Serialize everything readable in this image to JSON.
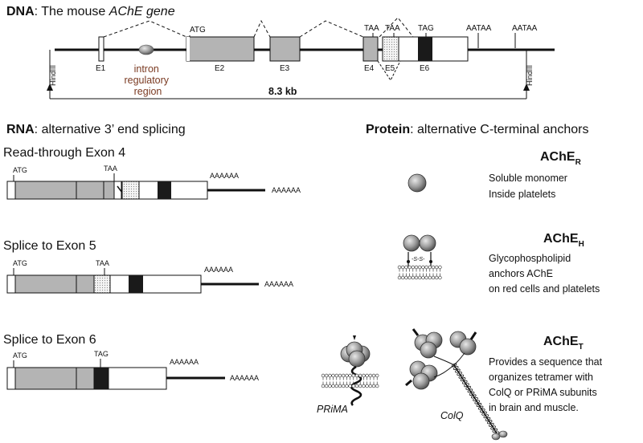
{
  "dna": {
    "heading_bold": "DNA",
    "heading_rest": ":  The mouse ",
    "heading_italic": "AChE gene",
    "hind_left": "HindIII",
    "hind_right": "HindIII",
    "size_label": "8.3 kb",
    "intron_label": [
      "intron",
      "regulatory",
      "region"
    ],
    "atg": "ATG",
    "taa1": "TAA",
    "taa2": "TAA",
    "tag": "TAG",
    "aataa1": "AATAA",
    "aataa2": "AATAA",
    "exons": [
      "E1",
      "E2",
      "E3",
      "E4",
      "E5",
      "E6"
    ]
  },
  "rna": {
    "heading_bold": "RNA",
    "heading_rest": ":  alternative 3’ end splicing",
    "variants": [
      {
        "title": "Read-through Exon  4",
        "start": "ATG",
        "stop": "TAA",
        "polyA1": "AAAAAA",
        "polyA2": "AAAAAA"
      },
      {
        "title": "Splice to Exon 5",
        "start": "ATG",
        "stop": "TAA",
        "polyA1": "AAAAAA",
        "polyA2": "AAAAAA"
      },
      {
        "title": "Splice to Exon 6",
        "start": "ATG",
        "stop": "TAG",
        "polyA1": "AAAAAA",
        "polyA2": "AAAAAA"
      }
    ]
  },
  "protein": {
    "heading_bold": "Protein",
    "heading_rest": ":  alternative C-terminal anchors",
    "forms": [
      {
        "name": "AChE",
        "sub": "R",
        "lines": [
          "Soluble monomer",
          "Inside platelets"
        ]
      },
      {
        "name": "AChE",
        "sub": "H",
        "lines": [
          "Glycophospholipid",
          " anchors AChE",
          "on red cells and platelets"
        ],
        "ss": "-S-S-"
      },
      {
        "name": "AChE",
        "sub": "T",
        "lines": [
          "Provides a sequence that",
          "organizes tetramer with",
          "ColQ or PRiMA subunits",
          "in brain and muscle."
        ]
      }
    ],
    "prima_label": "PRiMA",
    "colq_label": "ColQ"
  },
  "colors": {
    "exon_gray": "#b4b4b4",
    "exon_black": "#1a1a1a",
    "sphere": "#9a9a9a",
    "intron_text": "#7a3a22"
  }
}
